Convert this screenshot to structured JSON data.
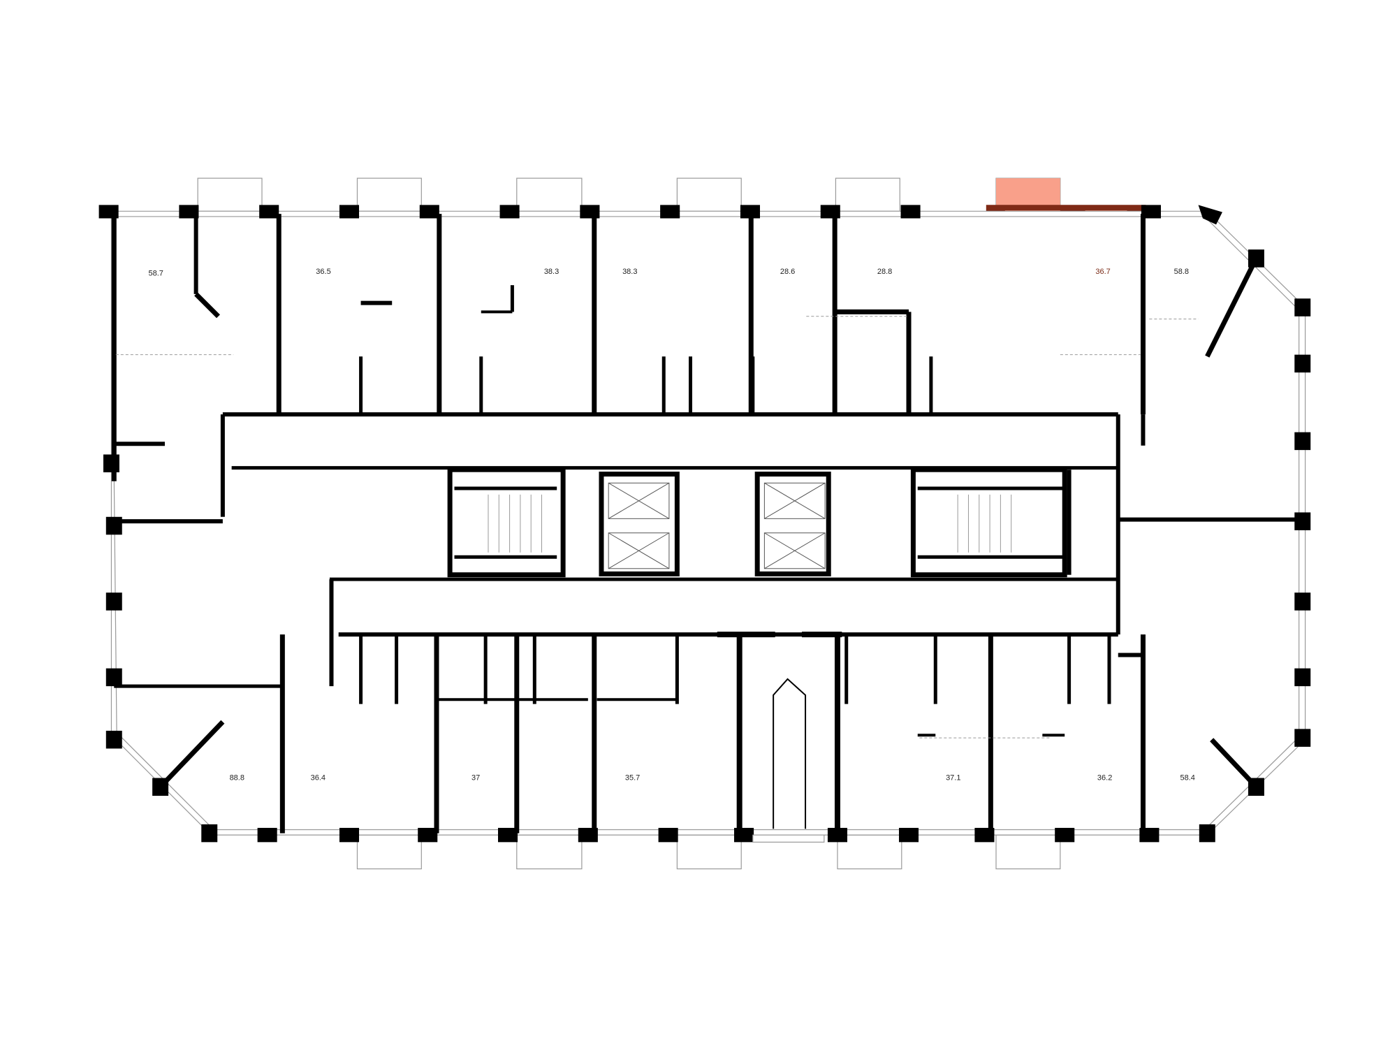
{
  "floor_plan": {
    "highlight_color": "#f9a08a",
    "highlight_wall_color": "#7f2a16",
    "wall_color": "#000000",
    "units": [
      {
        "area": "58.7",
        "highlighted": false
      },
      {
        "area": "36.5",
        "highlighted": false
      },
      {
        "area": "38.3",
        "highlighted": false
      },
      {
        "area": "38.3",
        "highlighted": false
      },
      {
        "area": "28.6",
        "highlighted": false
      },
      {
        "area": "28.8",
        "highlighted": false
      },
      {
        "area": "36.7",
        "highlighted": true
      },
      {
        "area": "58.8",
        "highlighted": false
      },
      {
        "area": "88.8",
        "highlighted": false
      },
      {
        "area": "36.4",
        "highlighted": false
      },
      {
        "area": "37",
        "highlighted": false
      },
      {
        "area": "35.7",
        "highlighted": false
      },
      {
        "area": "37.1",
        "highlighted": false
      },
      {
        "area": "36.2",
        "highlighted": false
      },
      {
        "area": "58.4",
        "highlighted": false
      }
    ]
  }
}
